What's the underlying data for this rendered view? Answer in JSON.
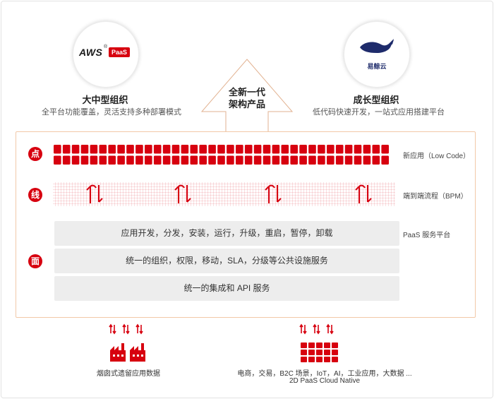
{
  "left_org": {
    "logo_text": "AWS",
    "logo_badge": "PaaS",
    "title": "大中型组织",
    "subtitle": "全平台功能覆盖，灵活支持多种部署模式"
  },
  "right_org": {
    "logo_text": "易鲸云",
    "title": "成长型组织",
    "subtitle": "低代码快速开发，一站式应用搭建平台"
  },
  "center_arrow": {
    "line1": "全新一代",
    "line2": "架构产品"
  },
  "rows": {
    "point": {
      "badge": "点",
      "label": "新应用（Low Code）"
    },
    "line": {
      "badge": "线",
      "label": "端到端流程（BPM）"
    },
    "surface": {
      "badge": "面",
      "label": "PaaS 服务平台",
      "bands": [
        "应用开发，分发，安装，运行，升级，重启，暂停，卸载",
        "统一的组织，权限，移动，SLA，分级等公共设施服务",
        "统一的集成和 API 服务"
      ]
    }
  },
  "bottom": {
    "left": {
      "label": "烟囱式遗留应用数据"
    },
    "right": {
      "label_line1": "电商，交易，B2C 场景，IoT，AI，工业应用，大数据 ...",
      "label_line2": "2D PaaS  Cloud Native"
    }
  },
  "colors": {
    "accent": "#d7000f",
    "panel_border": "#f2c9a8",
    "band": "#ededed"
  },
  "icons": {
    "sync": "sync-arrows-icon",
    "factory": "factory-icon",
    "grid": "app-grid-icon",
    "whale": "whale-icon",
    "updown": "up-down-arrows-icon"
  }
}
